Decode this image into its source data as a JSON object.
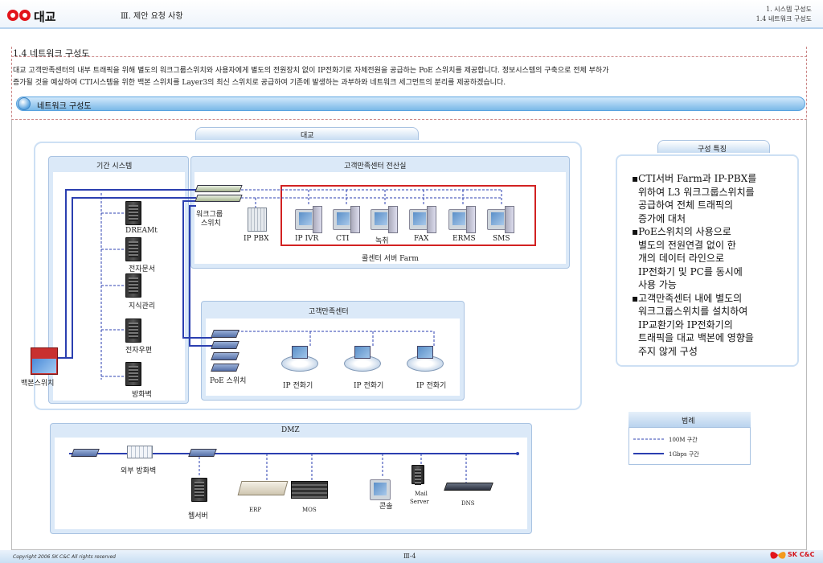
{
  "header": {
    "section": "Ⅲ. 제안 요청 사항",
    "crumb1": "1. 시스템 구성도",
    "crumb2": "1.4 네트워크 구성도",
    "logo_text": "대교"
  },
  "title": "1.4 네트워크 구성도",
  "intro": [
    "대교 고객만족센터의 내부 트래픽을 위해 별도의 워크그룹스위치와 사용자에게 별도의 전원장치 없이 IP전화기로 자체전원을 공급하는 PoE 스위치를 제공합니다.  정보시스템의 구축으로 전체 부하가",
    "증가될 것을 예상하여 CTI시스템을 위한 백본 스위치를 Layer3의 최신 스위치로 공급하여 기존에 발생하는 과부하와 네트워크 세그먼트의 분리를 제공하겠습니다."
  ],
  "section_bar": "네트워크 구성도",
  "diagram": {
    "daegyo": "대교",
    "core_system": "기간 시스템",
    "core_servers": [
      "DREAMt",
      "전자문서",
      "지식관리",
      "전자우편",
      "방화벽"
    ],
    "backbone_switch": "백본스위치",
    "call_center_room": "고객만족센터 전산실",
    "workgroup_switch": [
      "워크그룹",
      "스위치"
    ],
    "ip_pbx": "IP PBX",
    "cti_servers": [
      "IP IVR",
      "CTI",
      "녹취",
      "FAX",
      "ERMS",
      "SMS"
    ],
    "cti_farm": "콜센터 서버 Farm",
    "customer_center": "고객만족센터",
    "poe_switch": "PoE 스위치",
    "ip_phones": [
      "IP 전화기",
      "IP 전화기",
      "IP 전화기"
    ],
    "dmz": "DMZ",
    "dmz_items": {
      "external_firewall": "외부 방화벽",
      "web_server": "웹서버",
      "erp": "ERP",
      "mos": "MOS",
      "console": "콘솔",
      "mail_server": [
        "Mail",
        "Server"
      ],
      "dns": "DNS"
    }
  },
  "features": {
    "title": "구성 특징",
    "items": [
      [
        "▪CTI서버 Farm과 IP-PBX를",
        "위하여 L3 워크그룹스위치를",
        "공급하여 전체 트래픽의",
        "증가에 대처"
      ],
      [
        "▪PoE스위치의 사용으로",
        "별도의 전원연결 없이 한",
        "개의 데이터 라인으로",
        "IP전화기 및 PC를 동시에",
        "사용 가능"
      ],
      [
        "▪고객만족센터 내에 별도의",
        "워크그룹스위치를 설치하여",
        "IP교환기와 IP전화기의",
        "트래픽을 대교 백본에 영향을",
        "주지 않게 구성"
      ]
    ]
  },
  "legend": {
    "title": "범례",
    "dashed": "100M 구간",
    "solid": "1Gbps 구간"
  },
  "footer": {
    "copyright": "Copyright 2006 SK C&C All rights reserved",
    "page": "Ⅲ-4",
    "brand": "SK C&C"
  },
  "colors": {
    "accent_blue": "#2b3fb0",
    "frame_red": "#d22222",
    "header_blue": "#5aa3e0"
  }
}
